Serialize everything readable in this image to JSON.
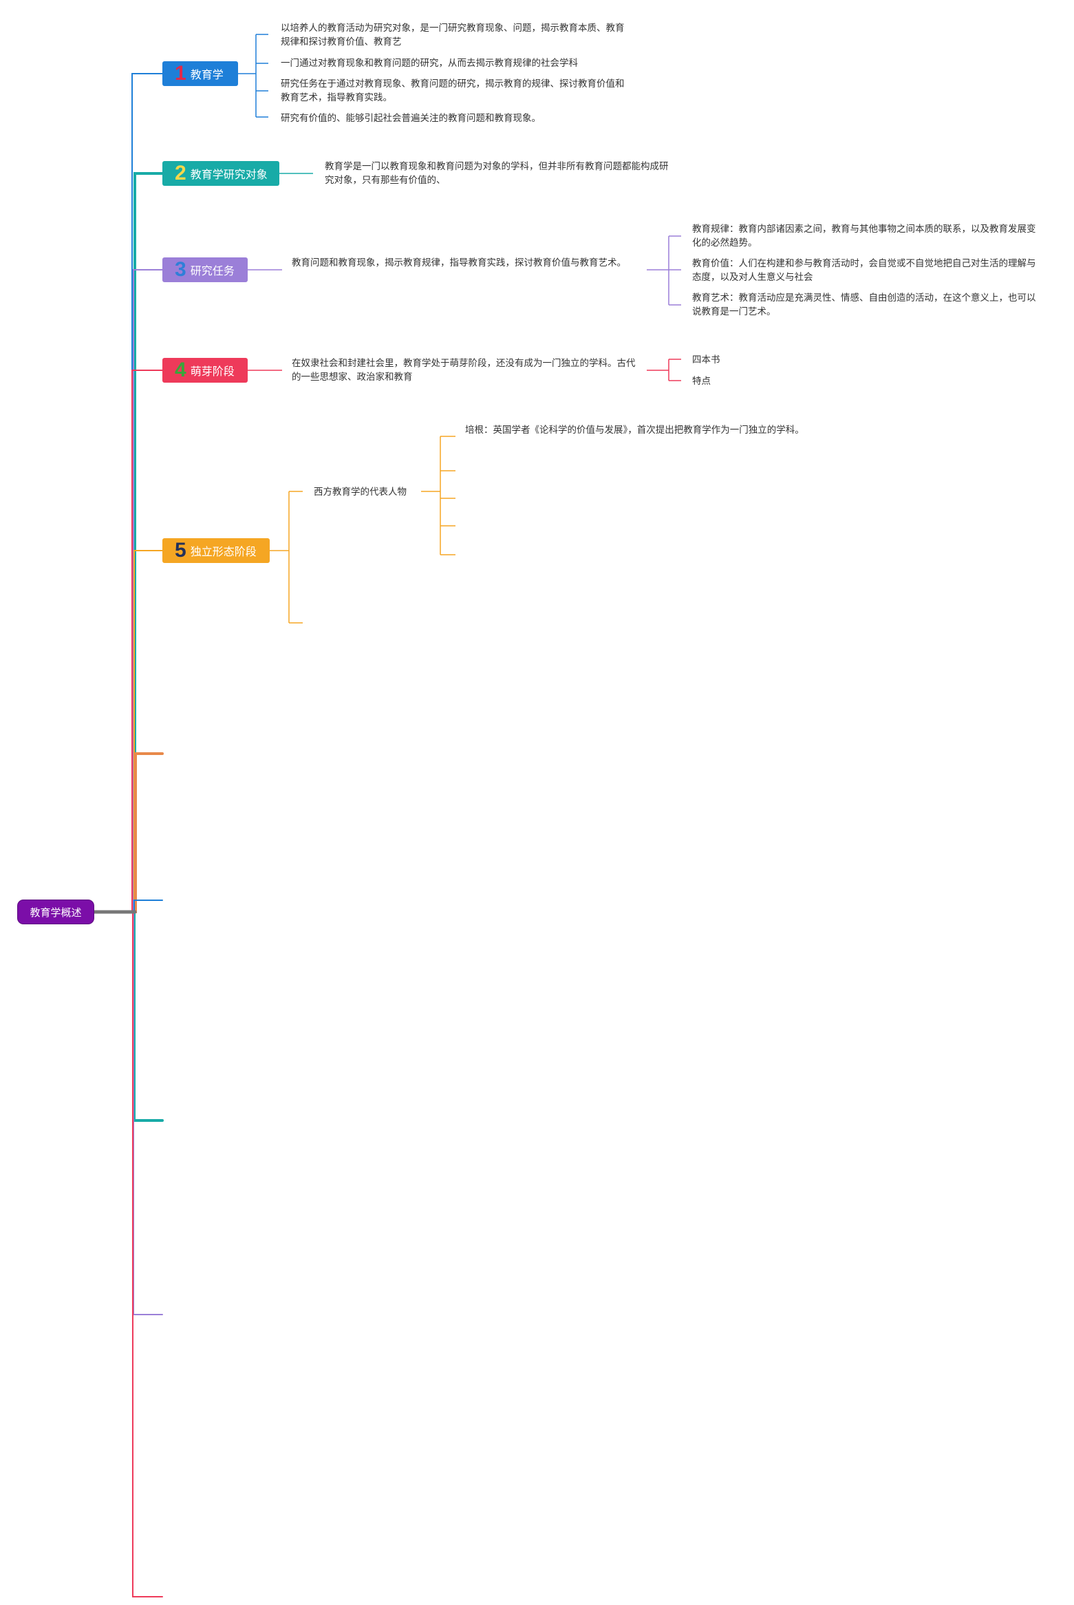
{
  "root": {
    "label": "教育学概述"
  },
  "topics": [
    {
      "num": "1",
      "label": "教育学",
      "bg": "#1e7fd8",
      "num_color": "#e0294a",
      "notes": [
        "以培养人的教育活动为研究对象，是一门研究教育现象、问题，揭示教育本质、教育规律和探讨教育价值、教育艺",
        "一门通过对教育现象和教育问题的研究，从而去揭示教育规律的社会学科",
        "研究任务在于通过对教育现象、教育问题的研究，揭示教育的规律、探讨教育价值和教育艺术，指导教育实践。",
        "研究有价值的、能够引起社会普遍关注的教育问题和教育现象。"
      ]
    },
    {
      "num": "2",
      "label": "教育学研究对象",
      "bg": "#18aba7",
      "num_color": "#f7d84a",
      "notes": [
        "教育学是一门以教育现象和教育问题为对象的学科，但并非所有教育问题都能构成研究对象，只有那些有价值的、"
      ]
    },
    {
      "num": "3",
      "label": "研究任务",
      "bg": "#9b7fd8",
      "num_color": "#2f7fd8",
      "notes": [
        "教育问题和教育现象，揭示教育规律，指导教育实践，探讨教育价值与教育艺术。"
      ],
      "children": [
        "教育规律：教育内部诸因素之间，教育与其他事物之间本质的联系，以及教育发展变化的必然趋势。",
        "教育价值：人们在构建和参与教育活动时，会自觉或不自觉地把自己对生活的理解与态度，以及对人生意义与社会",
        "教育艺术：教育活动应是充满灵性、情感、自由创造的活动，在这个意义上，也可以说教育是一门艺术。"
      ]
    },
    {
      "num": "4",
      "label": "萌芽阶段",
      "bg": "#ee3a5a",
      "num_color": "#3aa53a",
      "notes": [
        "在奴隶社会和封建社会里，教育学处于萌芽阶段，还没有成为一门独立的学科。古代的一些思想家、政治家和教育"
      ],
      "children": [
        "四本书",
        "特点"
      ]
    },
    {
      "num": "5",
      "label": "独立形态阶段",
      "bg": "#f5a623",
      "num_color": "#22305a",
      "sub": "西方教育学的代表人物",
      "sub_children": [
        "培根：英国学者《论科学的价值与发展》，首次提出把教育学作为一门独立的学科。"
      ]
    }
  ],
  "colors": {
    "blue": "#1e7fd8",
    "teal": "#18aba7",
    "purple": "#9b7fd8",
    "red": "#ee3a5a",
    "orange": "#f5a623",
    "green": "#8cc63f",
    "brown": "#e8894a",
    "root": "#7b0ea8",
    "gray": "#777777"
  }
}
